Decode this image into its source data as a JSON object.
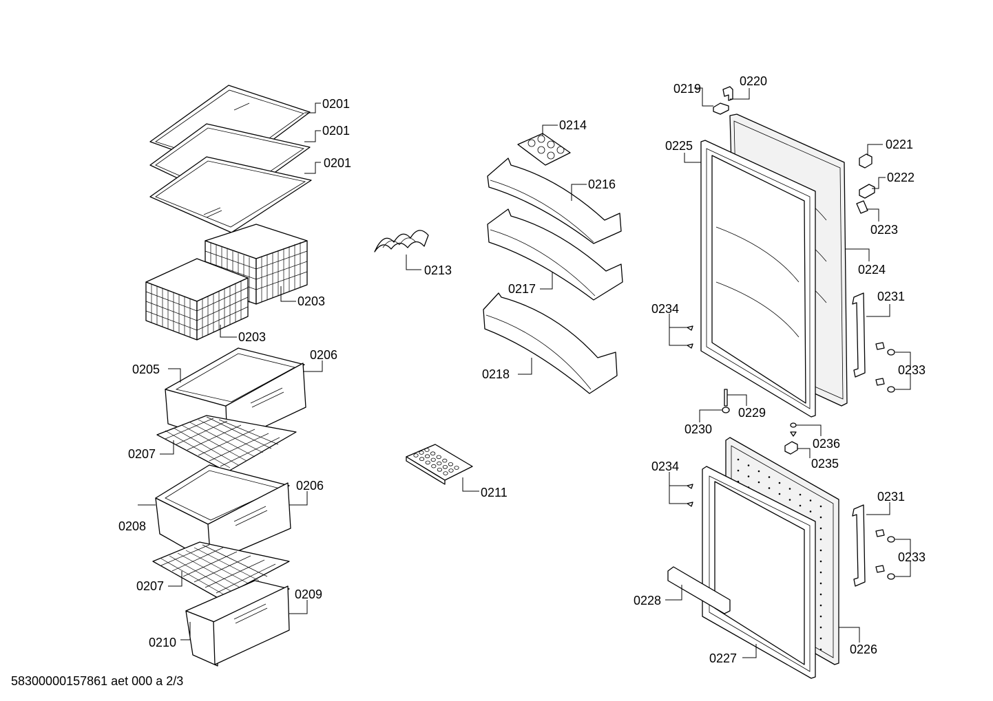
{
  "document_code": "58300000157861 aet 000 a 2/3",
  "parts": [
    {
      "id": "p1",
      "number": "0201"
    },
    {
      "id": "p2",
      "number": "0201"
    },
    {
      "id": "p3",
      "number": "0201"
    },
    {
      "id": "p4",
      "number": "0203"
    },
    {
      "id": "p5",
      "number": "0203"
    },
    {
      "id": "p6",
      "number": "0205"
    },
    {
      "id": "p7",
      "number": "0206"
    },
    {
      "id": "p8",
      "number": "0207"
    },
    {
      "id": "p9",
      "number": "0206"
    },
    {
      "id": "p10",
      "number": "0208"
    },
    {
      "id": "p11",
      "number": "0207"
    },
    {
      "id": "p12",
      "number": "0209"
    },
    {
      "id": "p13",
      "number": "0210"
    },
    {
      "id": "p14",
      "number": "0213"
    },
    {
      "id": "p15",
      "number": "0211"
    },
    {
      "id": "p16",
      "number": "0214"
    },
    {
      "id": "p17",
      "number": "0216"
    },
    {
      "id": "p18",
      "number": "0217"
    },
    {
      "id": "p19",
      "number": "0218"
    },
    {
      "id": "p20",
      "number": "0219"
    },
    {
      "id": "p21",
      "number": "0220"
    },
    {
      "id": "p22",
      "number": "0225"
    },
    {
      "id": "p23",
      "number": "0221"
    },
    {
      "id": "p24",
      "number": "0222"
    },
    {
      "id": "p25",
      "number": "0223"
    },
    {
      "id": "p26",
      "number": "0224"
    },
    {
      "id": "p27",
      "number": "0231"
    },
    {
      "id": "p28",
      "number": "0234"
    },
    {
      "id": "p29",
      "number": "0233"
    },
    {
      "id": "p30",
      "number": "0229"
    },
    {
      "id": "p31",
      "number": "0230"
    },
    {
      "id": "p32",
      "number": "0236"
    },
    {
      "id": "p33",
      "number": "0235"
    },
    {
      "id": "p34",
      "number": "0234"
    },
    {
      "id": "p35",
      "number": "0231"
    },
    {
      "id": "p36",
      "number": "0233"
    },
    {
      "id": "p37",
      "number": "0228"
    },
    {
      "id": "p38",
      "number": "0226"
    },
    {
      "id": "p39",
      "number": "0227"
    }
  ]
}
